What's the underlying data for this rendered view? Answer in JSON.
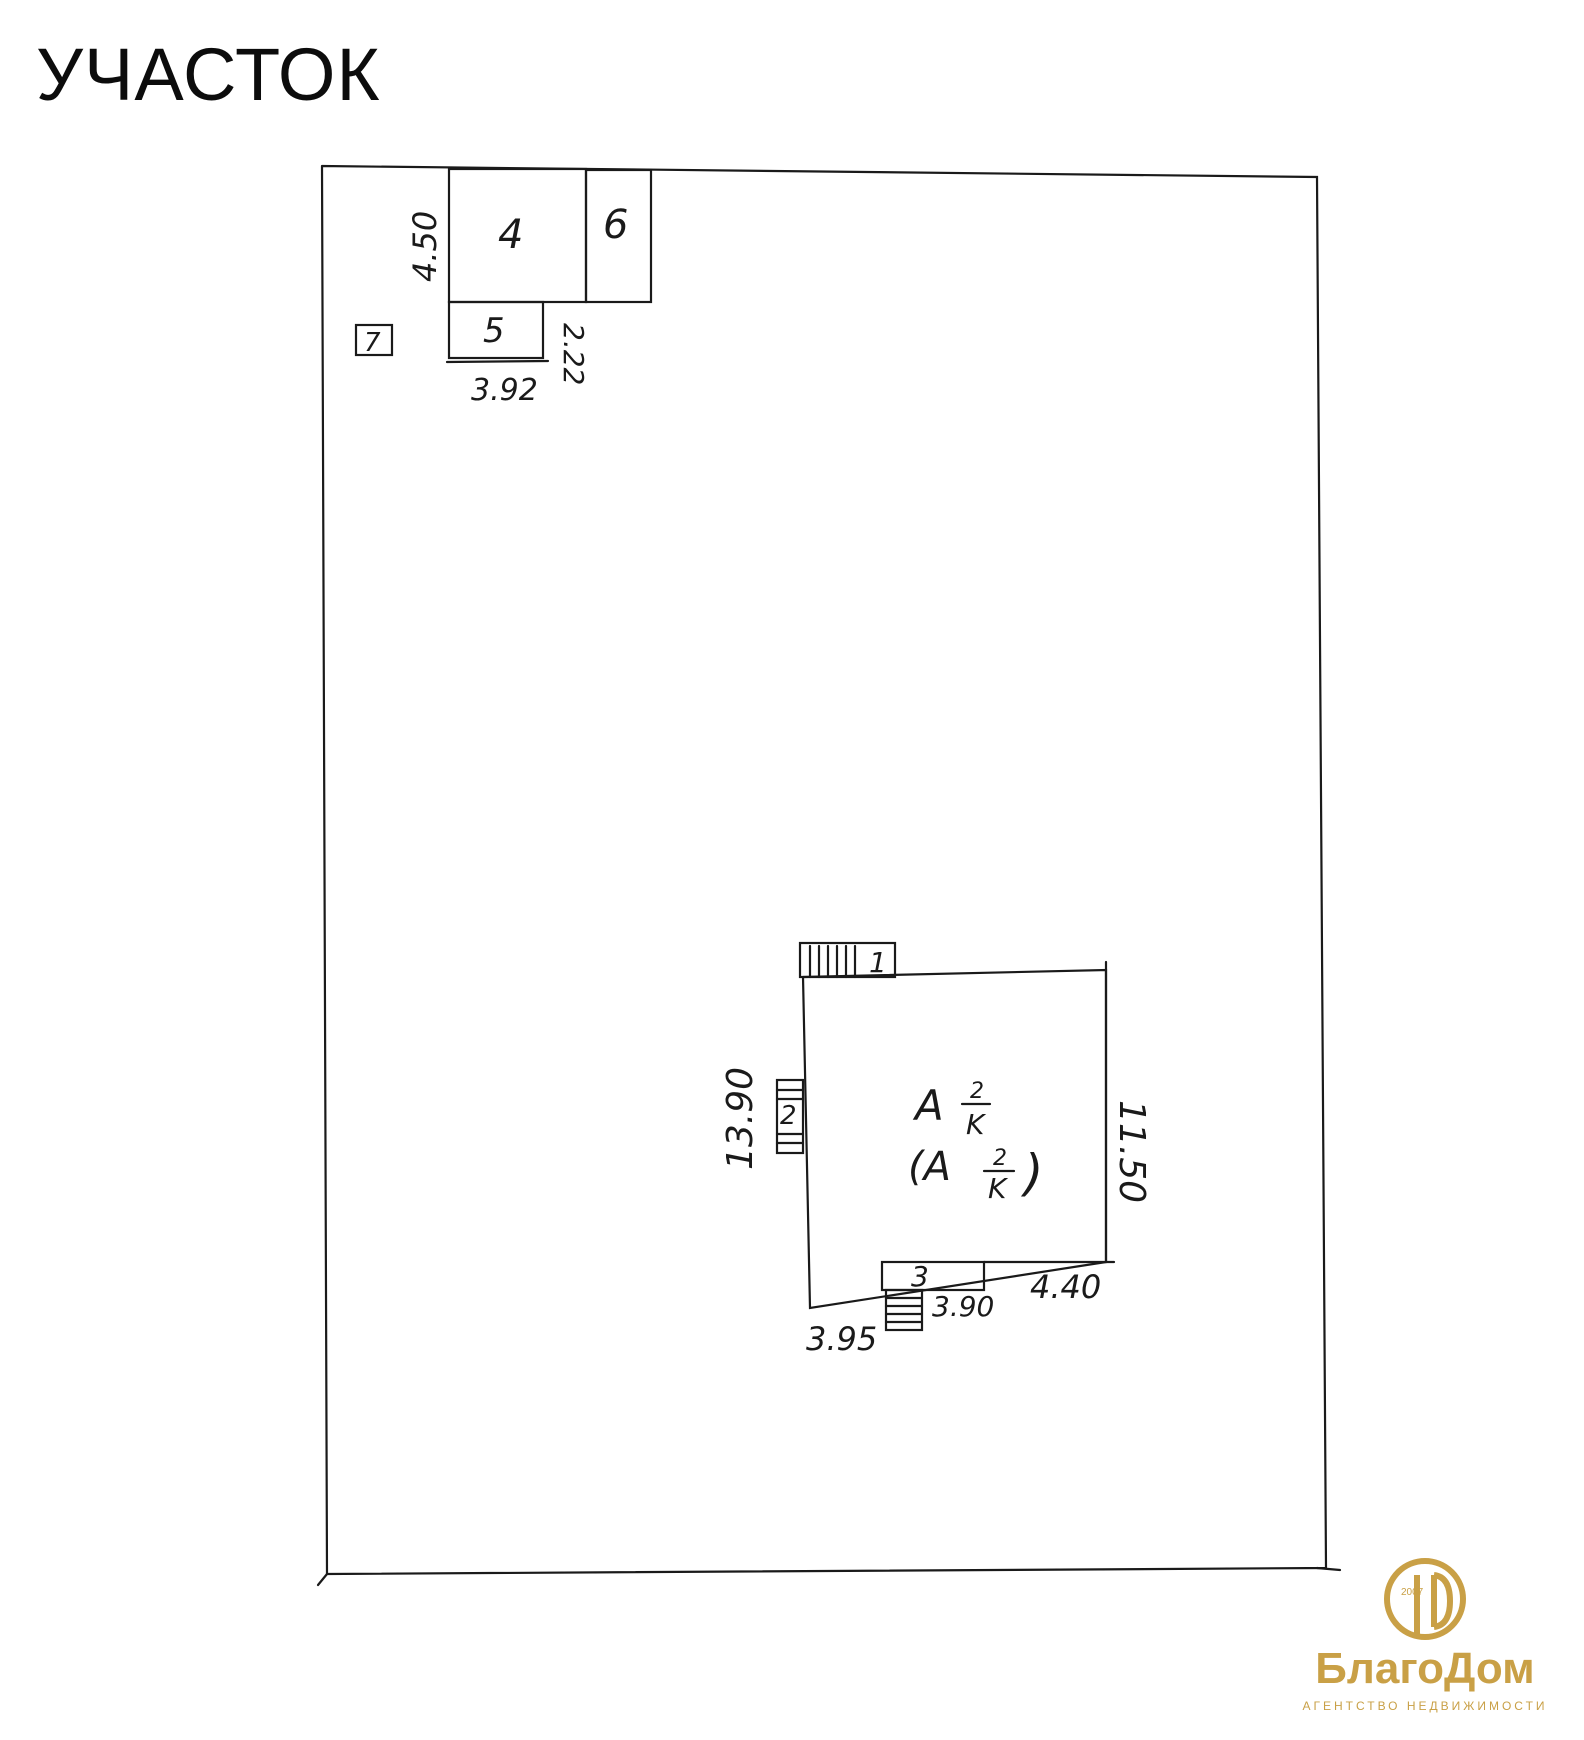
{
  "title": "УЧАСТОК",
  "buildings": {
    "b1": "1",
    "b2": "2",
    "b3": "3",
    "b4": "4",
    "b5": "5",
    "b6": "6",
    "b7": "7"
  },
  "main_house": {
    "label_top_letter": "A",
    "label_top_num": "2",
    "label_top_den": "K",
    "label_bottom_open": "(A",
    "label_bottom_num": "2",
    "label_bottom_den": "K",
    "label_bottom_close": ")"
  },
  "dimensions": {
    "d_4_50": "4.50",
    "d_3_92": "3.92",
    "d_2_22": "2.22",
    "d_13_90": "13.90",
    "d_11_50": "11.50",
    "d_4_40": "4.40",
    "d_3_90": "3.90",
    "d_3_95": "3.95"
  },
  "logo": {
    "year": "2007",
    "name": "БлагоДом",
    "subtitle": "АГЕНТСТВО НЕДВИЖИМОСТИ",
    "color": "#c9a046"
  }
}
